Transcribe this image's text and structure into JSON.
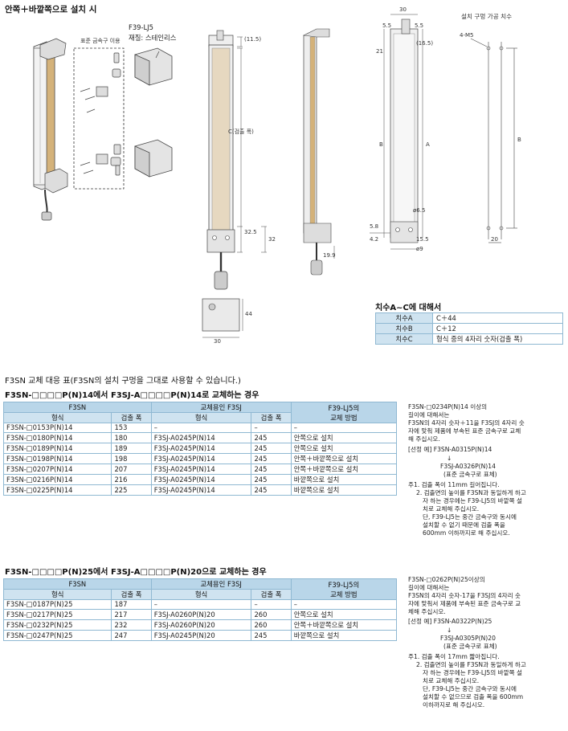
{
  "header": {
    "title": "안쪽＋바깥쪽으로 설치 시"
  },
  "fig1": {
    "kit_label": "표준 금속구 이용",
    "model": "F39-LJ5",
    "material": "재질: 스테인리스"
  },
  "fig2": {
    "dim_top": "(11.5)",
    "dim_c": "C(검출 폭)",
    "dim_bottom": "32.5",
    "dim_32": "32"
  },
  "fig2b": {
    "dim_44": "44",
    "dim_30": "30"
  },
  "fig3": {
    "d30": "30",
    "d5_5a": "5.5",
    "d5_5b": "5.5",
    "d21": "21",
    "d16_5": "(16.5)",
    "dA": "A",
    "dB": "B",
    "d6_5": "ø6.5",
    "d5_8": "5.8",
    "d4_2": "4.2",
    "d15_5": "15.5",
    "d19_9": "19.9",
    "d9": "ø9"
  },
  "fig4": {
    "title": "설치 구멍 가공 치수",
    "holes": "4-M5",
    "dB": "B",
    "d20": "20"
  },
  "dims": {
    "title": "치수A~C에 대해서",
    "rows": [
      {
        "key": "치수A",
        "val": "C＋44"
      },
      {
        "key": "치수B",
        "val": "C＋12"
      },
      {
        "key": "치수C",
        "val": "형식 중의 4자리 숫자(검출 폭)"
      }
    ]
  },
  "compat": {
    "title": "F3SN 교체 대응 표(F3SN의 설치 구멍을 그대로 사용할 수 있습니다.)",
    "t1": {
      "heading": "F3SN-□□□□P(N)14에서 F3SJ-A□□□□P(N)14로 교체하는 경우",
      "grp1": "F3SN",
      "grp2": "교체용인 F3SJ",
      "grp3a": "F39-LJ5의",
      "grp3b": "교체 방법",
      "c1": "형식",
      "c2": "검출 폭",
      "c3": "형식",
      "c4": "검출 폭",
      "rows": [
        [
          "F3SN-□0153P(N)14",
          "153",
          "–",
          "–",
          "–"
        ],
        [
          "F3SN-□0180P(N)14",
          "180",
          "F3SJ-A0245P(N)14",
          "245",
          "안쪽으로 설치"
        ],
        [
          "F3SN-□0189P(N)14",
          "189",
          "F3SJ-A0245P(N)14",
          "245",
          "안쪽으로 설치"
        ],
        [
          "F3SN-□0198P(N)14",
          "198",
          "F3SJ-A0245P(N)14",
          "245",
          "안쪽＋바깥쪽으로 설치"
        ],
        [
          "F3SN-□0207P(N)14",
          "207",
          "F3SJ-A0245P(N)14",
          "245",
          "안쪽＋바깥쪽으로 설치"
        ],
        [
          "F3SN-□0216P(N)14",
          "216",
          "F3SJ-A0245P(N)14",
          "245",
          "바깥쪽으로 설치"
        ],
        [
          "F3SN-□0225P(N)14",
          "225",
          "F3SJ-A0245P(N)14",
          "245",
          "바깥쪽으로 설치"
        ]
      ]
    },
    "t2": {
      "heading": "F3SN-□□□□P(N)25에서 F3SJ-A□□□□P(N)20으로 교체하는 경우",
      "grp1": "F3SN",
      "grp2": "교체용인 F3SJ",
      "grp3a": "F39-LJ5의",
      "grp3b": "교체 방법",
      "c1": "형식",
      "c2": "검출 폭",
      "c3": "형식",
      "c4": "검출 폭",
      "rows": [
        [
          "F3SN-□0187P(N)25",
          "187",
          "–",
          "–",
          "–"
        ],
        [
          "F3SN-□0217P(N)25",
          "217",
          "F3SJ-A0260P(N)20",
          "260",
          "안쪽으로 설치"
        ],
        [
          "F3SN-□0232P(N)25",
          "232",
          "F3SJ-A0260P(N)20",
          "260",
          "안쪽＋바깥쪽으로 설치"
        ],
        [
          "F3SN-□0247P(N)25",
          "247",
          "F3SJ-A0245P(N)20",
          "245",
          "바깥쪽으로 설치"
        ]
      ]
    }
  },
  "note1": {
    "l1": "F3SN-□0234P(N)14 이상의",
    "l2": "길이에 대해서는",
    "l3": "F3SN의 4자리 숫자＋11을 F3SJ의 4자리 숫",
    "l4": "자에 맞춰 제품에 부속된 표준 금속구로 교체",
    "l5": "해 주십시오.",
    "l6": "[선정 예] F3SN-A0315P(N)14",
    "arrow": "↓",
    "l7": "F3SJ-A0326P(N)14",
    "l8": "(표준 금속구로 표체)",
    "n1": "주1. 검출 폭이 11mm 길어집니다.",
    "n2a": "2. 검출면의 높이를 F3SN과 동일하게 하고",
    "n2b": "자 하는 경우에는 F39-LJ5의 바깥쪽 설",
    "n2c": "치로 교체해 주십시오.",
    "n2d": "단, F39-LJ5는 중간 금속구와 동시에",
    "n2e": "설치할 수 없기 때문에 검출 폭을",
    "n2f": "600mm 이하까지로 해 주십시오."
  },
  "note2": {
    "l1": "F3SN-□0262P(N)25이상의",
    "l2": "길이에 대해서는",
    "l3": "F3SN의 4자리 숫자-17을 F3SJ의 4자리 숫",
    "l4": "자에 맞춰서 제품에 부속된 표준 금속구로 교",
    "l5": "체해 주십시오.",
    "l6": "[선정 예] F3SN-A0322P(N)25",
    "arrow": "↓",
    "l7": "F3SJ-A0305P(N)20",
    "l8": "(표준 금속구로 표체)",
    "n1": "주1. 검출 폭이 17mm 짧아집니다.",
    "n2a": "2. 검출면의 높이를 F3SN과 동일하게 하고",
    "n2b": "자 하는 경우에는 F39-LJ5의 바깥쪽 설",
    "n2c": "치로 교체해 주십시오.",
    "n2d": "단, F39-LJ5는 중간 금속구와 동시에",
    "n2e": "설치할 수 없으므로 검출 폭을 600mm",
    "n2f": "이하까지로 해 주십시오."
  }
}
